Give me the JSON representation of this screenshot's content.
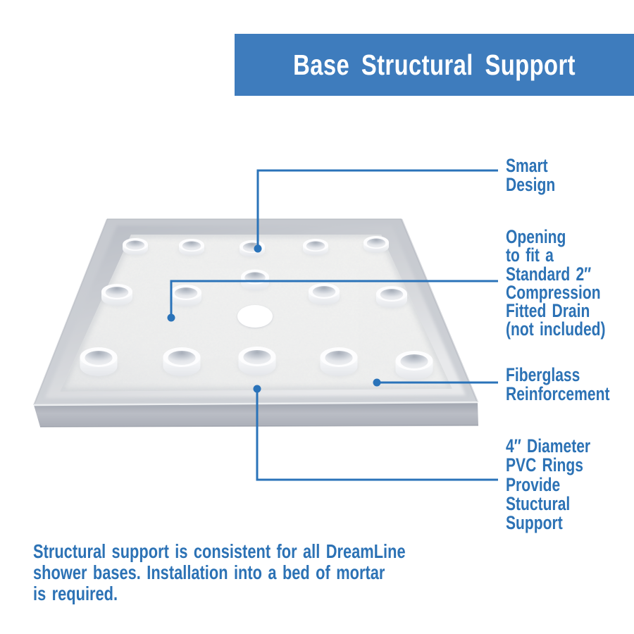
{
  "banner": {
    "title": "Base Structural Support",
    "bg_color": "#3E7CBD",
    "text_color": "#FFFFFF"
  },
  "accent_color": "#2C72B5",
  "line_color": "#2A73B9",
  "callouts": [
    {
      "id": "smart-design",
      "lines": [
        "Smart",
        "Design"
      ]
    },
    {
      "id": "drain-opening",
      "lines": [
        "Opening",
        "to fit a",
        "Standard 2″",
        "Compression",
        "Fitted Drain",
        "(not included)"
      ]
    },
    {
      "id": "fiberglass",
      "lines": [
        "Fiberglass",
        "Reinforcement"
      ]
    },
    {
      "id": "pvc-rings",
      "lines": [
        "4″ Diameter",
        "PVC Rings",
        "Provide",
        "Stuctural",
        "Support"
      ]
    }
  ],
  "footer": {
    "lines": [
      "Structural support is consistent for all DreamLine",
      "shower bases. Installation into a bed of mortar",
      "is required."
    ]
  },
  "illustration": {
    "name": "shower-base-pan",
    "pvc_ring_count": 15,
    "ring_rows": 3,
    "ring_columns": 5,
    "has_center_drain_hole": true
  }
}
